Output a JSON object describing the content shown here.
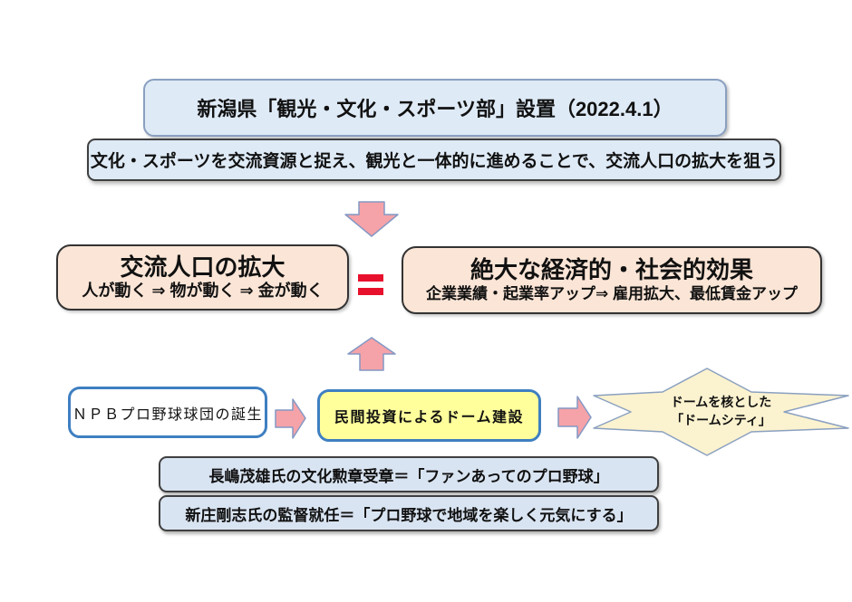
{
  "header": {
    "title": "新潟県「観光・文化・スポーツ部」設置（2022.4.1）",
    "subtitle": "文化・スポーツを交流資源と捉え、観光と一体的に進めることで、交流人口の拡大を狙う"
  },
  "effects": {
    "left": {
      "title": "交流人口の拡大",
      "subtitle": "人が動く ⇒ 物が動く ⇒ 金が動く"
    },
    "right": {
      "title": "絶大な経済的・社会的効果",
      "subtitle": "企業業績・起業率アップ⇒ 雇用拡大、最低賃金アップ"
    }
  },
  "flow": {
    "npb_label": "ＮＰＢプロ野球球団の誕生",
    "dome_label": "民間投資によるドーム建設",
    "burst_line1": "ドームを核とした",
    "burst_line2": "「ドームシティ」"
  },
  "notes": [
    "長嶋茂雄氏の文化勲章受章＝「ファンあってのプロ野球」",
    "新庄剛志氏の監督就任＝「プロ野球で地域を楽しく元気にする」"
  ],
  "icons": {
    "down_arrow": "down-arrow",
    "up_arrow": "up-arrow",
    "right_arrow_1": "right-arrow",
    "right_arrow_2": "right-arrow",
    "equals": "equals-sign",
    "burst": "burst-shape"
  },
  "colors": {
    "light_blue_fill": "#DEEAF6",
    "blue_gray_border": "#8AA0C0",
    "dark_border": "#3F3F3F",
    "peach_fill": "#FBE5D6",
    "pink_arrow_fill": "#F5A3A8",
    "arrow_border": "#8498C4",
    "red_equals": "#E8112D",
    "flow_blue_border": "#3E7FC1",
    "yellow_fill": "#FFFF9C",
    "cream_burst_fill": "#FBF2CF",
    "note_fill": "#D9E4F2",
    "text": "#111111"
  }
}
